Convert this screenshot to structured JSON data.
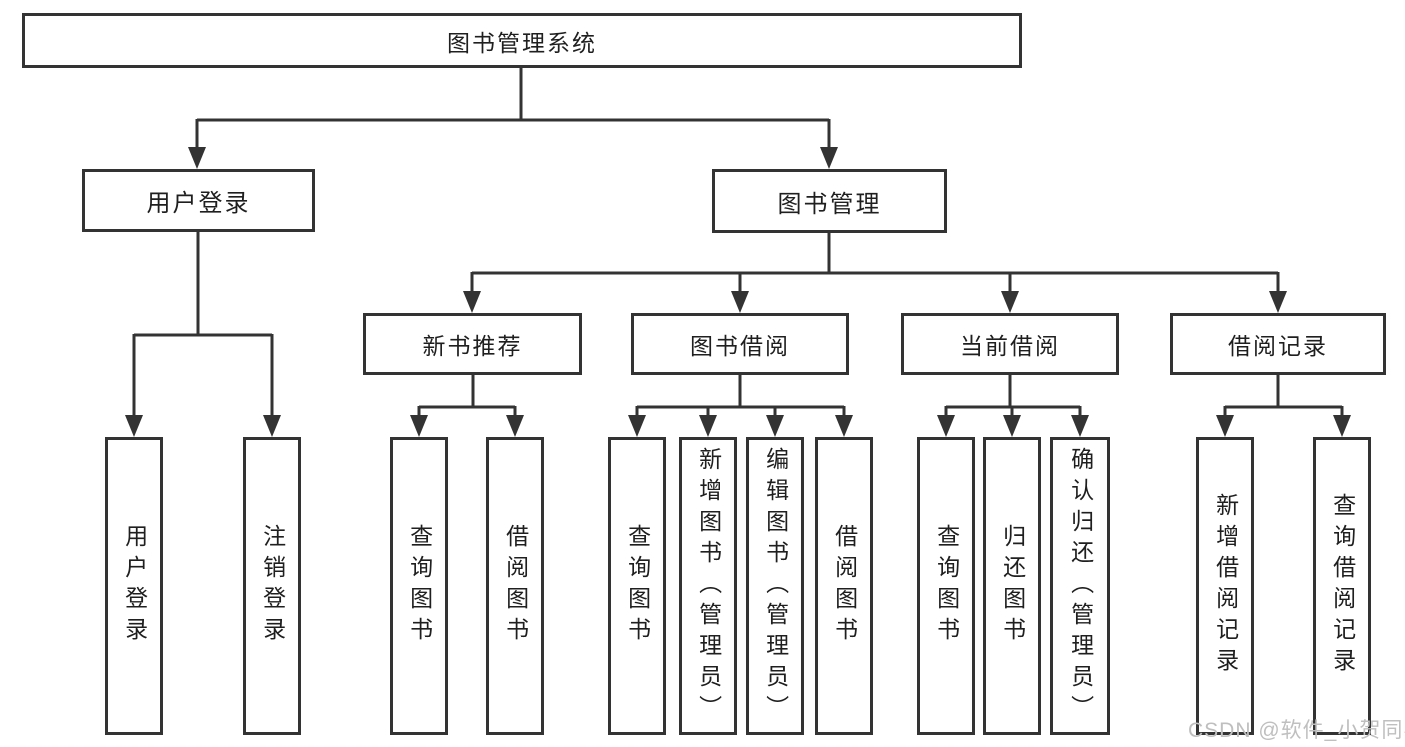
{
  "tree": {
    "label": "图书管理系统",
    "children": [
      {
        "label": "用户登录",
        "children": [
          {
            "label": "用户登录"
          },
          {
            "label": "注销登录"
          }
        ]
      },
      {
        "label": "图书管理",
        "children": [
          {
            "label": "新书推荐",
            "children": [
              {
                "label": "查询图书"
              },
              {
                "label": "借阅图书"
              }
            ]
          },
          {
            "label": "图书借阅",
            "children": [
              {
                "label": "查询图书"
              },
              {
                "label": "新增图书（管理员）"
              },
              {
                "label": "编辑图书（管理员）"
              },
              {
                "label": "借阅图书"
              }
            ]
          },
          {
            "label": "当前借阅",
            "children": [
              {
                "label": "查询图书"
              },
              {
                "label": "归还图书"
              },
              {
                "label": "确认归还（管理员）"
              }
            ]
          },
          {
            "label": "借阅记录",
            "children": [
              {
                "label": "新增借阅记录"
              },
              {
                "label": "查询借阅记录"
              }
            ]
          }
        ]
      }
    ]
  },
  "watermark": {
    "text": "CSDN @软件_小贺同学"
  },
  "colors": {
    "line": "#333333",
    "box_border": "#333333",
    "text": "#1f1f1f",
    "watermark": "#bfbfbf",
    "background": "#ffffff"
  }
}
